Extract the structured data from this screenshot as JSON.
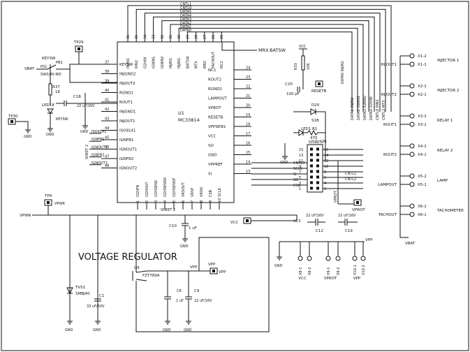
{
  "title": "VOLTAGE REGULATOR",
  "u1": {
    "ref": "U1",
    "part": "MC33814",
    "left_pins": [
      {
        "num": "37",
        "name": "KEYSW"
      },
      {
        "num": "38",
        "name": "INJGND2"
      },
      {
        "num": "39",
        "name": "INJOUT2"
      },
      {
        "num": "40",
        "name": "RGND1"
      },
      {
        "num": "41",
        "name": "ROUT1"
      },
      {
        "num": "42",
        "name": "INJGND1"
      },
      {
        "num": "43",
        "name": "INJOUT1"
      },
      {
        "num": "44",
        "name": "ISO9141"
      },
      {
        "num": "45",
        "name": "IGNFB1"
      },
      {
        "num": "46",
        "name": "IGNOUT1"
      },
      {
        "num": "47",
        "name": "IGNFB2"
      },
      {
        "num": "48",
        "name": "IGNOUT2"
      }
    ],
    "right_pins": [
      {
        "num": "24",
        "name": "NC1"
      },
      {
        "num": "23",
        "name": "ROUT2"
      },
      {
        "num": "22",
        "name": "RGND2"
      },
      {
        "num": "21",
        "name": "LAMPOUT"
      },
      {
        "num": "20",
        "name": "VPROT"
      },
      {
        "num": "19",
        "name": "RESETB"
      },
      {
        "num": "18",
        "name": "VPPSENS"
      },
      {
        "num": "17",
        "name": "VCC"
      },
      {
        "num": "16",
        "name": "SO"
      },
      {
        "num": "15",
        "name": "GND"
      },
      {
        "num": "14",
        "name": "VPPREF"
      },
      {
        "num": "13",
        "name": "SI"
      }
    ],
    "top_pins": [
      {
        "num": "36",
        "name": "INJIN1"
      },
      {
        "num": "35",
        "name": "RIN2"
      },
      {
        "num": "34",
        "name": "O2HIN"
      },
      {
        "num": "33",
        "name": "IGNIN1"
      },
      {
        "num": "32",
        "name": "IGNIN2"
      },
      {
        "num": "31",
        "name": "INJIN1"
      },
      {
        "num": "30",
        "name": "INJIN2"
      },
      {
        "num": "29",
        "name": "BATSW"
      },
      {
        "num": "28",
        "name": "MTX"
      },
      {
        "num": "27",
        "name": "MRX"
      },
      {
        "num": "26",
        "name": "TACHOUT"
      },
      {
        "num": "25",
        "name": "NC2"
      }
    ],
    "bottom_pins": [
      {
        "num": "1",
        "name": "O2HFB"
      },
      {
        "num": "2",
        "name": "O2HOUT"
      },
      {
        "num": "3",
        "name": "O2HSENS"
      },
      {
        "num": "4",
        "name": "O2HSENSN"
      },
      {
        "num": "5",
        "name": "O2HSENSP"
      },
      {
        "num": "6",
        "name": "VRSOUT"
      },
      {
        "num": "7",
        "name": "VRSP"
      },
      {
        "num": "8",
        "name": "VRSN"
      },
      {
        "num": "9",
        "name": "CSB"
      },
      {
        "num": "10",
        "name": "SCLK"
      }
    ],
    "sheet_label": "SHEET 2"
  },
  "top_bus": [
    "CNTL1",
    "CNTL0",
    "DATA5",
    "DATA4",
    "DATA3",
    "DATA2",
    "DATA1",
    "DATA0"
  ],
  "bus_right": [
    "DATA1",
    "INJIN2",
    "DATA2",
    "IGNIN1",
    "DATA3",
    "IGNIN2",
    "DATA4",
    "O2HIN",
    "CNTL0",
    "RIN2",
    "CNTL2",
    "MTX"
  ],
  "injin1_label": "DATA0 INJIN1",
  "mrx_label": "MRX",
  "batsw_label": "BATSW",
  "keysw": {
    "label": "KEYSW",
    "pin": "PB2",
    "vbat": "VBAT",
    "ref": "PS1",
    "part": "SW100-ND"
  },
  "r37": {
    "ref": "R37",
    "value": "1K"
  },
  "led18": {
    "ref": "LED18"
  },
  "c18": {
    "ref": "C18",
    "value": "22 uF/16V",
    "net": "KEYSW"
  },
  "tp29": {
    "ref": "TP29"
  },
  "tp30": {
    "ref": "TP30"
  },
  "tp9": {
    "ref": "TP9",
    "net": "VPWR"
  },
  "sheet2": {
    "left_nets": [
      "ISO9141",
      "IGNFB1",
      "IGNOUT1",
      "IGNFB2",
      "IGNOUT2"
    ],
    "label": "SHEET 2"
  },
  "r33": {
    "ref": "R33",
    "value": "10K"
  },
  "vcc_label": "VCC",
  "c20": {
    "ref": "C20",
    "value": "100 pF"
  },
  "resetb_tp": "RESETB",
  "d20": {
    "ref": "D20",
    "part": "S1B"
  },
  "led1": {
    "ref": "LED1",
    "r_ref": "R1",
    "r_value": "470"
  },
  "usb_spi": {
    "title": "USB/SPI",
    "left": [
      "15",
      "13",
      "11",
      "9",
      "7",
      "5",
      "3",
      "1"
    ],
    "right": [
      "16",
      "14",
      "12",
      "10",
      "8",
      "6",
      "4",
      "2"
    ],
    "signals": [
      "CNTL3",
      "SCLK",
      "SI",
      "SO",
      "CSB"
    ],
    "outs": [
      "CNTL1",
      "CNTL2"
    ]
  },
  "vprot_label": "VPROT",
  "gnd": "GND",
  "connectors": [
    {
      "ref": "X1-2",
      "name": "INJECTOR 1"
    },
    {
      "ref": "X1-1"
    },
    {
      "ref": "X2-2",
      "name": "INJECTOR 2"
    },
    {
      "ref": "X2-1"
    },
    {
      "ref": "X3-2",
      "name": "RELAY 1"
    },
    {
      "ref": "X3-1"
    },
    {
      "ref": "X4-2",
      "name": "RELAY 2"
    },
    {
      "ref": "X4-1"
    },
    {
      "ref": "X5-2",
      "name": "LAMP"
    },
    {
      "ref": "X5-1"
    },
    {
      "ref": "X6-2",
      "name": "TACHOMETER"
    },
    {
      "ref": "X6-1"
    }
  ],
  "right_nets": [
    "INJOUT1",
    "INJOUT2",
    "ROUT1",
    "ROUT2",
    "LAMPOUT",
    "TACHOUT"
  ],
  "vbat_right": "VBAT",
  "vpwr": "VPWR",
  "c10": {
    "ref": "C10",
    "value": "1 uF"
  },
  "vcc_tp": "VCC",
  "c12": {
    "ref": "C12",
    "value": "22 uF/16V",
    "net": "VCC"
  },
  "c19": {
    "ref": "C19",
    "value": "22 uF/16V"
  },
  "vpp": "VPP",
  "bottom_conn": [
    {
      "ref": "X8-1",
      "net": "VCC",
      "ref2": "X8-2"
    },
    {
      "ref": "X9-1",
      "net": "VPROT",
      "ref2": "X9-2"
    },
    {
      "ref": "X10-1",
      "net": "VPP",
      "ref2": "X10-2"
    }
  ],
  "q5": {
    "ref": "Q5",
    "part": "FZT789A"
  },
  "tvs1": {
    "ref": "TVS1",
    "part": "SMBJ40"
  },
  "c1": {
    "ref": "C1",
    "value": "33 uF/50V"
  },
  "c8": {
    "ref": "C8",
    "value": "1 uF"
  },
  "c9": {
    "ref": "C9",
    "value": "22 uF/16V"
  },
  "vpp_tp": "VPP"
}
